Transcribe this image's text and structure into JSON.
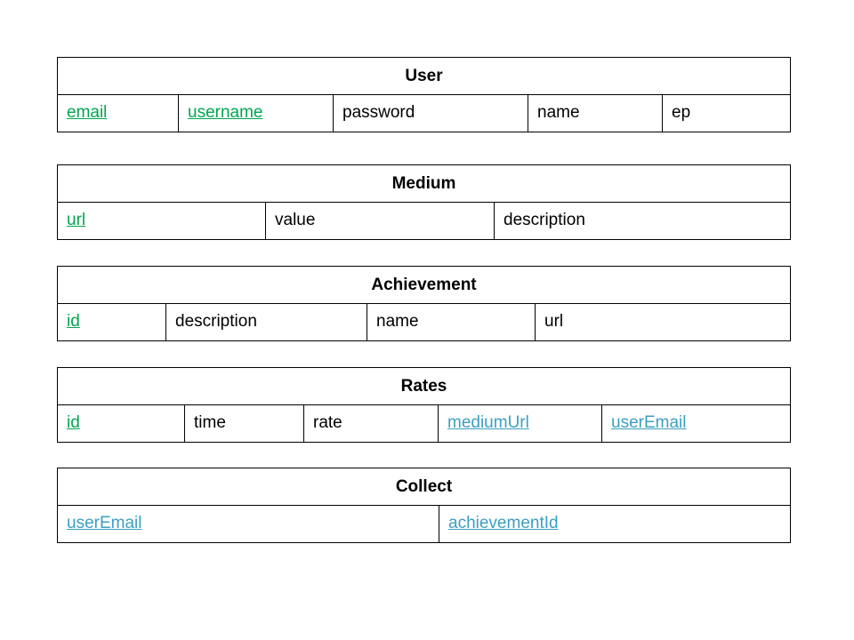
{
  "colors": {
    "primary_key": "#00a650",
    "foreign_key": "#3b9fc1",
    "border": "#000000"
  },
  "tables": {
    "user": {
      "title": "User",
      "fields": [
        {
          "name": "email",
          "key": "primary"
        },
        {
          "name": "username",
          "key": "primary"
        },
        {
          "name": "password",
          "key": "none"
        },
        {
          "name": "name",
          "key": "none"
        },
        {
          "name": "ep",
          "key": "none"
        }
      ]
    },
    "medium": {
      "title": "Medium",
      "fields": [
        {
          "name": "url",
          "key": "primary"
        },
        {
          "name": "value",
          "key": "none"
        },
        {
          "name": "description",
          "key": "none"
        }
      ]
    },
    "achievement": {
      "title": "Achievement",
      "fields": [
        {
          "name": "id",
          "key": "primary"
        },
        {
          "name": "description",
          "key": "none"
        },
        {
          "name": "name",
          "key": "none"
        },
        {
          "name": "url",
          "key": "none"
        }
      ]
    },
    "rates": {
      "title": "Rates",
      "fields": [
        {
          "name": "id",
          "key": "primary"
        },
        {
          "name": "time",
          "key": "none"
        },
        {
          "name": "rate",
          "key": "none"
        },
        {
          "name": "mediumUrl",
          "key": "foreign"
        },
        {
          "name": "userEmail",
          "key": "foreign"
        }
      ]
    },
    "collect": {
      "title": "Collect",
      "fields": [
        {
          "name": "userEmail",
          "key": "foreign"
        },
        {
          "name": "achievementId",
          "key": "foreign"
        }
      ]
    }
  }
}
